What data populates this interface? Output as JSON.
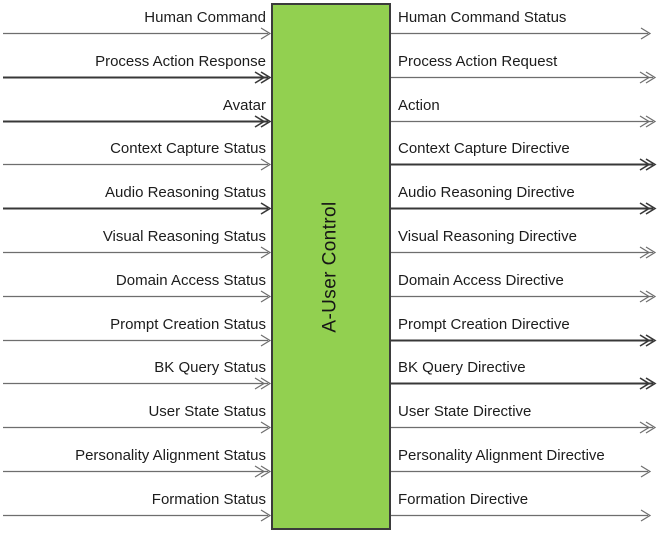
{
  "diagram": {
    "block": {
      "label": "A-User Control",
      "fill": "#92d050",
      "border": "#3b3b3b"
    },
    "colors": {
      "background": "#ffffff",
      "thin_line": "#6e6e6e",
      "thick_line": "#383838",
      "text": "#1c1c1c"
    },
    "inputs": [
      {
        "label": "Human Command",
        "head": "single",
        "weight": "thin"
      },
      {
        "label": "Process Action Response",
        "head": "double",
        "weight": "thick"
      },
      {
        "label": "Avatar",
        "head": "double",
        "weight": "thick"
      },
      {
        "label": "Context Capture Status",
        "head": "single",
        "weight": "thin"
      },
      {
        "label": "Audio Reasoning Status",
        "head": "single",
        "weight": "thick"
      },
      {
        "label": "Visual Reasoning Status",
        "head": "single",
        "weight": "thin"
      },
      {
        "label": "Domain Access Status",
        "head": "single",
        "weight": "thin"
      },
      {
        "label": "Prompt Creation Status",
        "head": "single",
        "weight": "thin"
      },
      {
        "label": "BK Query Status",
        "head": "double",
        "weight": "thin"
      },
      {
        "label": "User State Status",
        "head": "single",
        "weight": "thin"
      },
      {
        "label": "Personality Alignment Status",
        "head": "double",
        "weight": "thin"
      },
      {
        "label": "Formation Status",
        "head": "single",
        "weight": "thin"
      }
    ],
    "outputs": [
      {
        "label": "Human Command Status",
        "head": "single",
        "weight": "thin"
      },
      {
        "label": "Process Action Request",
        "head": "double",
        "weight": "thin"
      },
      {
        "label": "Action",
        "head": "double",
        "weight": "thin"
      },
      {
        "label": "Context Capture Directive",
        "head": "double",
        "weight": "thick"
      },
      {
        "label": "Audio Reasoning Directive",
        "head": "double",
        "weight": "thick"
      },
      {
        "label": "Visual Reasoning Directive",
        "head": "double",
        "weight": "thin"
      },
      {
        "label": "Domain Access Directive",
        "head": "double",
        "weight": "thin"
      },
      {
        "label": "Prompt Creation Directive",
        "head": "double",
        "weight": "thick"
      },
      {
        "label": "BK Query Directive",
        "head": "double",
        "weight": "thick"
      },
      {
        "label": "User State Directive",
        "head": "double",
        "weight": "thin"
      },
      {
        "label": "Personality Alignment Directive",
        "head": "single",
        "weight": "thin"
      },
      {
        "label": "Formation Directive",
        "head": "single",
        "weight": "thin"
      }
    ]
  }
}
